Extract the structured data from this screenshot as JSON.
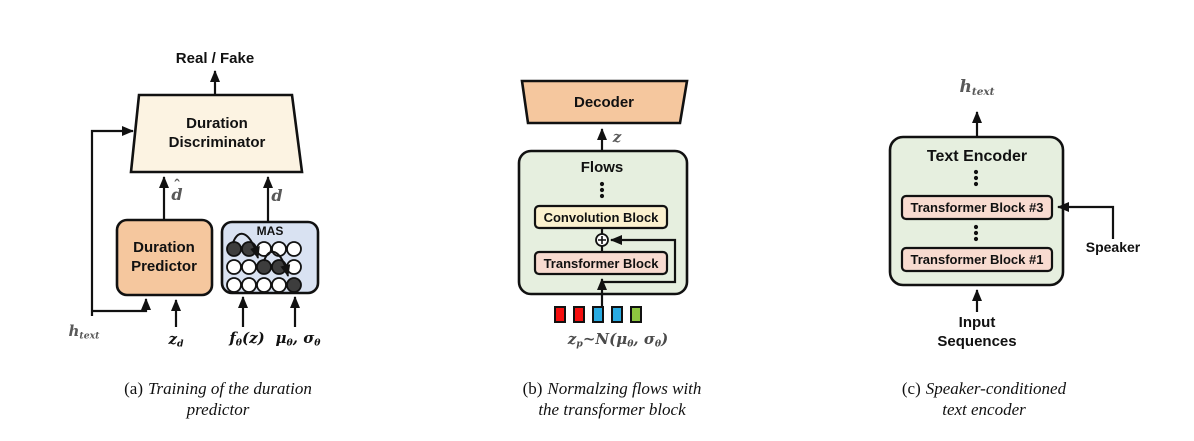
{
  "colors": {
    "stroke": "#111111",
    "salmon": "#F5C79E",
    "cream": "#FCF3E2",
    "light_yellow": "#FBF1CE",
    "pink": "#F8DBD0",
    "light_blue": "#D9E2F2",
    "light_green": "#E6EFDF",
    "gray_label": "#595959",
    "dark_gray_label": "#4A4A4A",
    "mas_dot": "#3D3D3D",
    "latent_squares": [
      "#F50F0F",
      "#F50F0F",
      "#29ABE2",
      "#29ABE2",
      "#8DC63F"
    ]
  },
  "fig_a": {
    "output": "Real / Fake",
    "discriminator_line1": "Duration",
    "discriminator_line2": "Discriminator",
    "predictor_line1": "Duration",
    "predictor_line2": "Predictor",
    "mas_title": "MAS",
    "mas_pattern": [
      [
        1,
        1,
        0,
        0,
        0
      ],
      [
        0,
        0,
        1,
        1,
        0
      ],
      [
        0,
        0,
        0,
        0,
        1
      ]
    ],
    "d_hat_base": "d",
    "d_hat_accent": "ˆ",
    "d": "d",
    "h_base": "h",
    "h_sub": "text",
    "z_base": "z",
    "z_sub": "d",
    "f_base": "f",
    "f_sub": "θ",
    "f_rest": "(z)",
    "mu_base": "μ",
    "mu_sub": "θ",
    "comma": ", ",
    "sigma_base": "σ",
    "sigma_sub": "θ",
    "caption_tag": "(a)",
    "caption_line1": "Training of the duration",
    "caption_line2": "predictor"
  },
  "fig_b": {
    "decoder": "Decoder",
    "z": "z",
    "flows": "Flows",
    "ellipsis": "⋮",
    "conv_block": "Convolution Block",
    "transformer_block": "Transformer Block",
    "prior": {
      "z_base": "z",
      "z_sub": "p",
      "mid": "~N(",
      "mu": "μ",
      "mu_sub": "θ",
      "comma": ", ",
      "sigma": "σ",
      "sigma_sub": "θ",
      "close": ")"
    },
    "caption_tag": "(b)",
    "caption_line1": "Normalzing flows with",
    "caption_line2": "the transformer block"
  },
  "fig_c": {
    "h_base": "h",
    "h_sub": "text",
    "title": "Text Encoder",
    "ellipsis": "⋮",
    "block_top": "Transformer Block #3",
    "block_bottom": "Transformer Block #1",
    "speaker": "Speaker",
    "input_line1": "Input",
    "input_line2": "Sequences",
    "caption_tag": "(c)",
    "caption_line1": "Speaker-conditioned",
    "caption_line2": "text encoder"
  }
}
